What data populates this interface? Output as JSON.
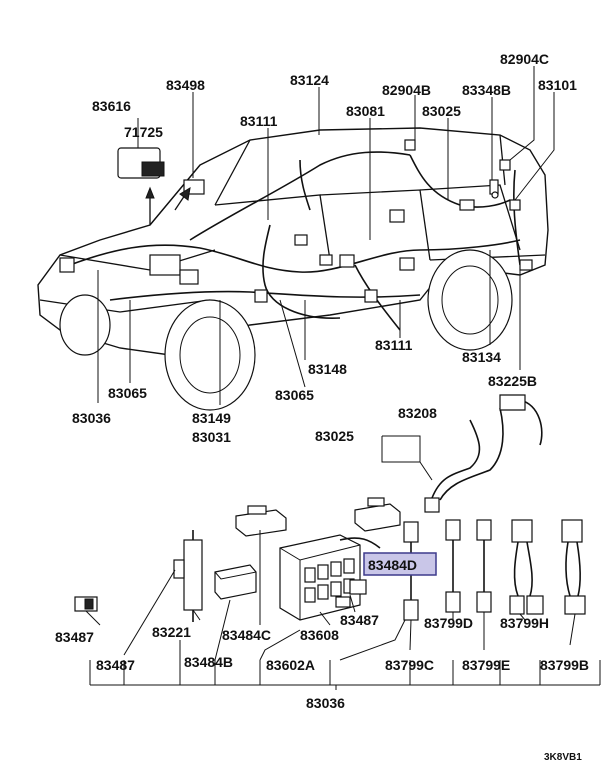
{
  "labels": {
    "p82904c": "82904C",
    "p83101": "83101",
    "p83124": "83124",
    "p83498": "83498",
    "p82904b": "82904B",
    "p83348b": "83348B",
    "p83616": "83616",
    "p83081": "83081",
    "p83025_top": "83025",
    "p71725": "71725",
    "p83111_top": "83111",
    "p83111_mid": "83111",
    "p83134": "83134",
    "p83148": "83148",
    "p83225b": "83225B",
    "p83065_left": "83065",
    "p83065_mid": "83065",
    "p83036_left": "83036",
    "p83149": "83149",
    "p83031": "83031",
    "p83208": "83208",
    "p83025_mid": "83025",
    "p83484d": "83484D",
    "p83487_left": "83487",
    "p83221": "83221",
    "p83484c": "83484C",
    "p83608": "83608",
    "p83487_right": "83487",
    "p83799d": "83799D",
    "p83799h": "83799H",
    "p83487_bottom": "83487",
    "p83484b": "83484B",
    "p83602a": "83602A",
    "p83799c": "83799C",
    "p83799e": "83799E",
    "p83799b": "83799B",
    "p83036_bottom": "83036"
  },
  "diagram_code": "3K8VB1",
  "highlight_color": "#c9c6e8"
}
